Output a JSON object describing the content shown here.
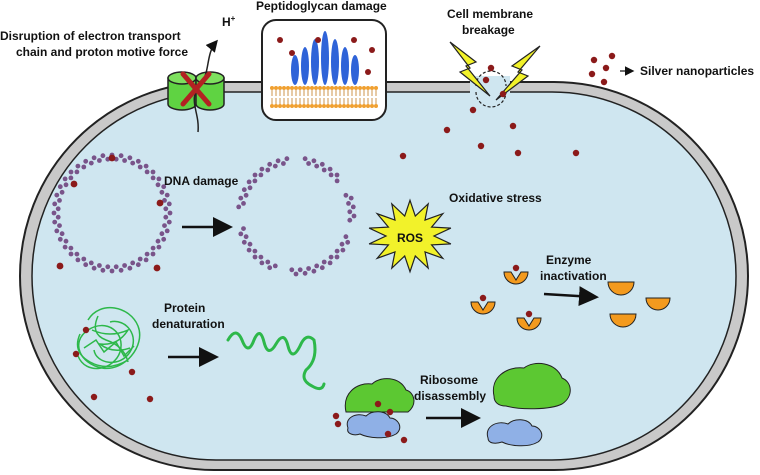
{
  "labels": {
    "etc_line1": "Disruption of electron transport",
    "etc_line2": "chain and proton motive force",
    "proton": "H",
    "proton_sup": "+",
    "peptidoglycan": "Peptidoglycan damage",
    "membrane_line1": "Cell membrane",
    "membrane_line2": "breakage",
    "nanoparticles": "Silver nanoparticles",
    "dna": "DNA damage",
    "oxidative": "Oxidative stress",
    "ros": "ROS",
    "enzyme_line1": "Enzyme",
    "enzyme_line2": "inactivation",
    "protein_line1": "Protein",
    "protein_line2": "denaturation",
    "ribosome_line1": "Ribosome",
    "ribosome_line2": "disassembly"
  },
  "colors": {
    "cytoplasm": "#cfe6f0",
    "cell_wall": "#c9c9c9",
    "silver_np": "#8b1a1a",
    "channel": "#5fd342",
    "cross": "#b22222",
    "peptido_blue": "#2f63d8",
    "membrane_orange": "#f0a030",
    "lightning": "#f2f22a",
    "dna_purple": "#6a3a78",
    "ros_yellow": "#f2f22a",
    "enzyme_orange": "#f39a1e",
    "protein_green": "#2db84a",
    "ribosome_green": "#5cc832",
    "ribosome_blue": "#8fb0e6"
  }
}
